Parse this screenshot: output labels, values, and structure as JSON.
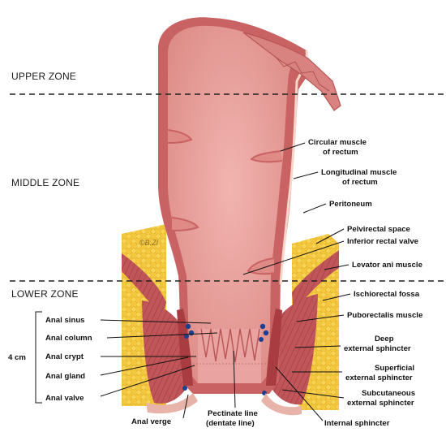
{
  "zones": {
    "upper": "UPPER ZONE",
    "middle": "MIDDLE ZONE",
    "lower": "LOWER ZONE"
  },
  "scale": {
    "length": "4 cm"
  },
  "signature": "©B.ZI",
  "labels_right": {
    "circular_muscle_1": "Circular muscle",
    "circular_muscle_2": "of rectum",
    "longitudinal_muscle_1": "Longitudinal muscle",
    "longitudinal_muscle_2": "of rectum",
    "peritoneum": "Peritoneum",
    "pelvirectal_space": "Pelvirectal space",
    "inferior_rectal_valve": "Inferior rectal valve",
    "levator_ani": "Levator ani muscle",
    "ischiorectal_fossa": "Ischiorectal fossa",
    "puborectalis": "Puborectalis muscle",
    "deep_sphincter_1": "Deep",
    "deep_sphincter_2": "external sphincter",
    "superficial_sphincter_1": "Superficial",
    "superficial_sphincter_2": "external sphincter",
    "subcutaneous_sphincter_1": "Subcutaneous",
    "subcutaneous_sphincter_2": "external sphincter"
  },
  "labels_left": {
    "anal_sinus": "Anal sinus",
    "anal_column": "Anal column",
    "anal_crypt": "Anal crypt",
    "anal_gland": "Anal gland",
    "anal_valve": "Anal valve"
  },
  "labels_bottom": {
    "anal_verge": "Anal verge",
    "pectinate_line_1": "Pectinate line",
    "pectinate_line_2": "(dentate line)",
    "internal_sphincter": "Internal sphincter"
  },
  "colors": {
    "mucosa": "#e9a3a0",
    "mucosa_dark": "#d9847f",
    "wall": "#c9605d",
    "muscle": "#b8484a",
    "fat": "#f3c63a",
    "fat_dark": "#e2ac1e",
    "gland": "#1d3f8f"
  }
}
